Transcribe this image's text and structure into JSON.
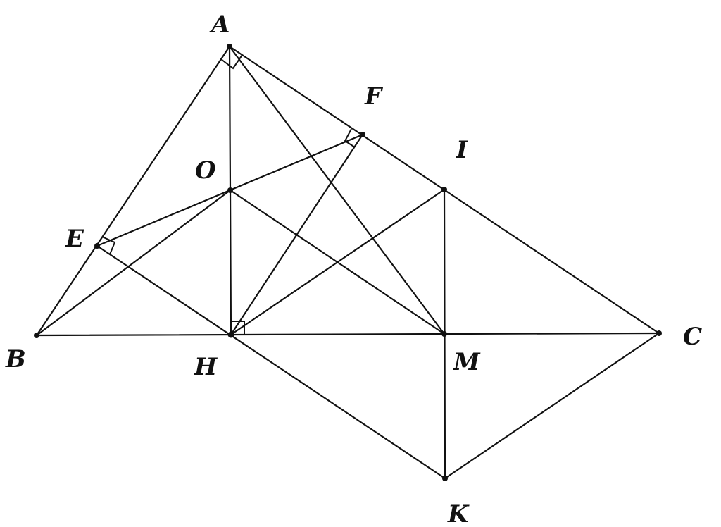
{
  "diagram": {
    "labels": {
      "A": "A",
      "B": "B",
      "C": "C",
      "H": "H",
      "M": "M",
      "O": "O",
      "E": "E",
      "F": "F",
      "I": "I",
      "K": "K"
    },
    "segments": [
      [
        "A",
        "B"
      ],
      [
        "A",
        "C"
      ],
      [
        "B",
        "C"
      ],
      [
        "A",
        "H"
      ],
      [
        "A",
        "M"
      ],
      [
        "B",
        "O"
      ],
      [
        "O",
        "M"
      ],
      [
        "E",
        "F"
      ],
      [
        "E",
        "K"
      ],
      [
        "H",
        "F"
      ],
      [
        "H",
        "I"
      ],
      [
        "I",
        "K"
      ],
      [
        "K",
        "C"
      ]
    ],
    "right_angles": [
      "A",
      "F",
      "E",
      "H"
    ],
    "line_color": "#111111"
  }
}
